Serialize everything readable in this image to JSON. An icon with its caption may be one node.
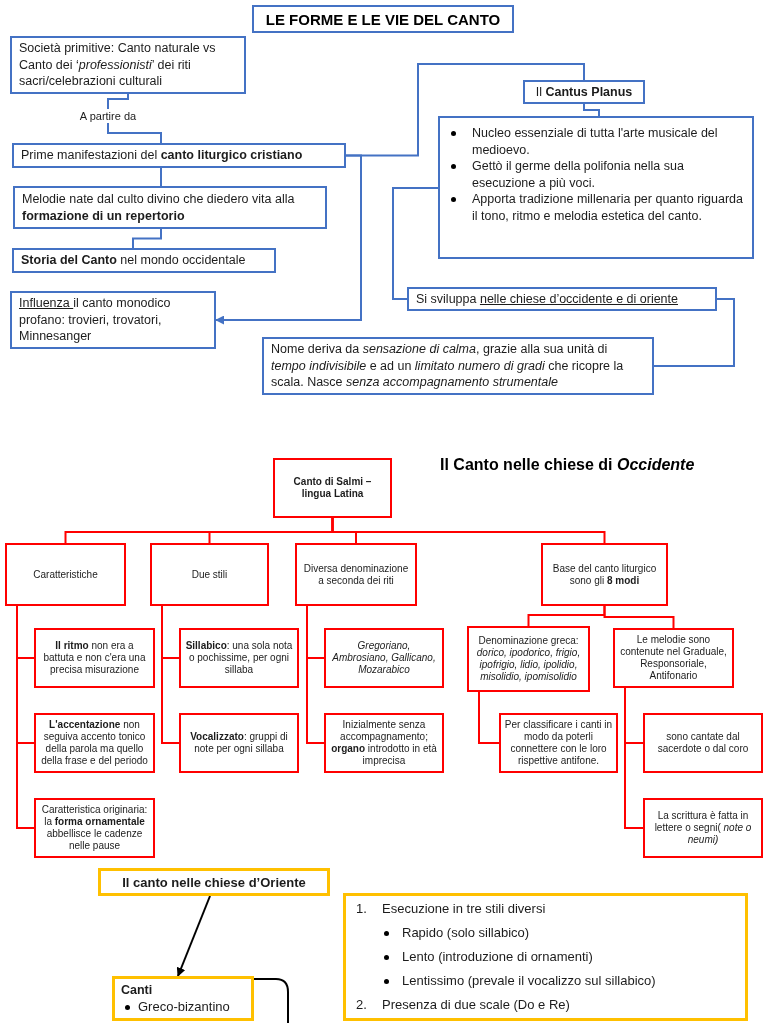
{
  "diagram": {
    "nodes": [
      {
        "text": [
          "LE FORME E LE VIE DEL CANTO"
        ]
      },
      {
        "text": [
          "Società primitive: Canto naturale vs Canto dei ‘*professionisti*’ dei riti sacri/celebrazioni culturali"
        ]
      },
      {
        "text": [
          "Prime manifestazioni del **canto liturgico cristiano**"
        ]
      },
      {
        "text": [
          "Melodie nate dal culto divino che diedero vita alla **formazione di un repertorio**"
        ]
      },
      {
        "text": [
          "**Storia del Canto** nel mondo occidentale"
        ]
      },
      {
        "text": [
          "Influenza il canto monodico profano: trovieri, trovatori, Minnesanger"
        ]
      },
      {
        "text": [
          "Il **Cantus Planus**"
        ]
      },
      {
        "text": [
          "Nucleo essenziale di tutta l'arte musicale del medioevo.",
          "Gettò il germe della polifonia nella sua esecuzione a più voci.",
          "Apporta tradizione millenaria per quanto riguarda il tono, ritmo e melodia estetica del canto."
        ]
      },
      {
        "text": [
          "Si sviluppa nelle chiese d’occidente e di oriente"
        ]
      },
      {
        "text": [
          "Nome deriva da *sensazione di calma*, grazie alla sua unità di *tempo indivisibile* e ad un *limitato numero di gradi* che ricopre la scala. Nasce *senza accompagnamento strumentale*"
        ]
      },
      {
        "text": [
          "Canto di Salmi – lingua Latina"
        ]
      },
      {
        "text": [
          "Caratteristiche"
        ]
      },
      {
        "text": [
          "Due stili"
        ]
      },
      {
        "text": [
          "Diversa denominazione a seconda dei riti"
        ]
      },
      {
        "text": [
          "Base del canto liturgico sono gli **8 modi**"
        ]
      },
      {
        "text": [
          "**Il ritmo** non era a battuta e non c'era una precisa misurazione"
        ]
      },
      {
        "text": [
          "**L'accentazione** non seguiva accento tonico della parola ma quello della frase e del periodo"
        ]
      },
      {
        "text": [
          "Caratteristica originaria: la **forma ornamentale** abbellisce le cadenze nelle pause"
        ]
      },
      {
        "text": [
          "**Sillabico**: una sola nota o pochissime, per ogni sillaba"
        ]
      },
      {
        "text": [
          "**Vocalizzato**: gruppi di note per ogni sillaba"
        ]
      },
      {
        "text": [
          "Gregoriano, Ambrosiano, Gallicano, Mozarabico"
        ]
      },
      {
        "text": [
          "Inizialmente senza accompagnamento; **organo** introdotto in età imprecisa"
        ]
      },
      {
        "text": [
          "Denominazione greca: *dorico, ipodorico, frigio, ipofrigio, lidio, ipolidio, misolidio, ipomisolidio*"
        ]
      },
      {
        "text": [
          "Le melodie sono contenute nel Graduale, Responsoriale, Antifonario"
        ]
      },
      {
        "text": [
          "Per classificare i canti in modo da poterli connettere con le loro rispettive antifone."
        ]
      },
      {
        "text": [
          "sono cantate dal sacerdote o dal coro"
        ]
      },
      {
        "text": [
          "La scrittura è fatta in lettere o segni( *note o neumi)*"
        ]
      },
      {
        "text": [
          "Il canto nelle chiese d’Oriente"
        ]
      },
      {
        "text": [
          "Canti",
          "Greco-bizantino"
        ]
      },
      {
        "text": [
          "1.",
          "Esecuzione in tre stili diversi",
          "Rapido (solo sillabico)",
          "Lento (introduzione di ornamenti)",
          "Lentissimo (prevale il vocalizzo sul sillabico)",
          "2.",
          "Presenza di due scale (Do e Re)"
        ]
      }
    ],
    "edges": [
      {
        "from": 1,
        "to": 2,
        "arrow": "none",
        "label": "A partire da",
        "color": "#4472c4"
      },
      {
        "from": 2,
        "to": 3,
        "arrow": "none",
        "color": "#4472c4"
      },
      {
        "from": 3,
        "to": 4,
        "arrow": "none",
        "color": "#4472c4"
      },
      {
        "from": 2,
        "to": 5,
        "arrow": "to",
        "color": "#4472c4"
      },
      {
        "from": 2,
        "to": 6,
        "arrow": "none",
        "color": "#4472c4"
      },
      {
        "from": 6,
        "to": 7,
        "arrow": "none",
        "color": "#4472c4"
      },
      {
        "from": 7,
        "to": 8,
        "arrow": "none",
        "color": "#4472c4"
      },
      {
        "from": 8,
        "to": 9,
        "arrow": "none",
        "color": "#4472c4"
      },
      {
        "from": 10,
        "to": 11,
        "arrow": "none"
      },
      {
        "from": 10,
        "to": 12,
        "arrow": "none"
      },
      {
        "from": 10,
        "to": 13,
        "arrow": "none"
      },
      {
        "from": 10,
        "to": 14,
        "arrow": "none"
      },
      {
        "from": 11,
        "to": 15,
        "arrow": "none"
      },
      {
        "from": 11,
        "to": 16,
        "arrow": "none"
      },
      {
        "from": 11,
        "to": 17,
        "arrow": "none"
      },
      {
        "from": 12,
        "to": 18,
        "arrow": "none"
      },
      {
        "from": 12,
        "to": 19,
        "arrow": "none"
      },
      {
        "from": 13,
        "to": 20,
        "arrow": "none"
      },
      {
        "from": 13,
        "to": 21,
        "arrow": "none"
      },
      {
        "from": 14,
        "to": 22,
        "arrow": "none"
      },
      {
        "from": 14,
        "to": 23,
        "arrow": "none"
      },
      {
        "from": 22,
        "to": 24,
        "arrow": "none"
      },
      {
        "from": 23,
        "to": 25,
        "arrow": "none"
      },
      {
        "from": 23,
        "to": 26,
        "arrow": "none"
      },
      {
        "from": 27,
        "to": 28,
        "arrow": "to",
        "color": "#000000"
      },
      {
        "from": 28,
        "to": null,
        "arrow": "none",
        "color": "#000000"
      }
    ],
    "labels": [
      "Il Canto nelle chiese di *Occidente*"
    ]
  }
}
